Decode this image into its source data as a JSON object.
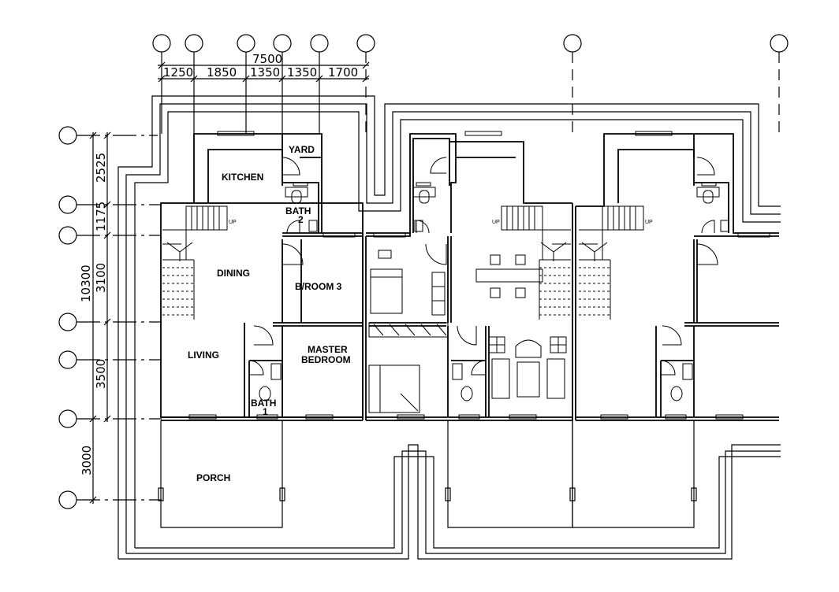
{
  "dimensions": {
    "top_total": "7500",
    "top": [
      "1250",
      "1850",
      "1350",
      "1350",
      "1700"
    ],
    "left_total": "10300",
    "left": [
      "2525",
      "1175",
      "3100",
      "3500",
      "3000"
    ]
  },
  "rooms": {
    "yard": "YARD",
    "kitchen": "KITCHEN",
    "bath2": "BATH",
    "bath2_num": "2",
    "dining": "DINING",
    "bedroom3": "B/ROOM 3",
    "master1": "MASTER",
    "master2": "BEDROOM",
    "living": "LIVING",
    "bath1": "BATH",
    "bath1_num": "1",
    "porch": "PORCH"
  },
  "stair_labels": {
    "up_1": "UP",
    "up_2": "UP",
    "up_3": "UP"
  },
  "colors": {
    "line": "#000000",
    "background": "#ffffff"
  }
}
